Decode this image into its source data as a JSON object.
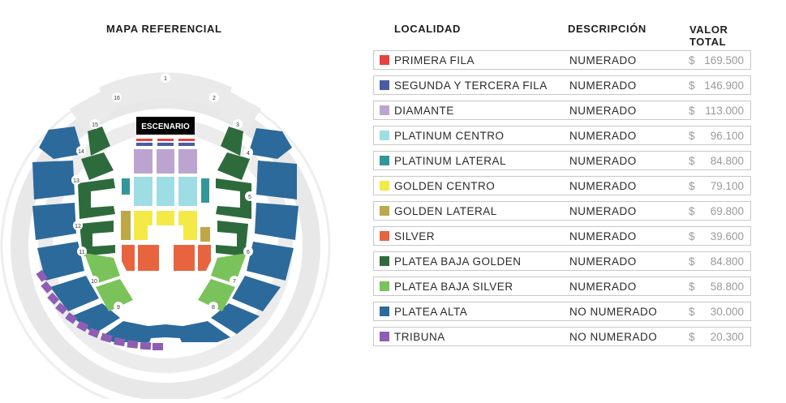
{
  "map": {
    "title": "MAPA REFERENCIAL",
    "stage_label": "ESCENARIO",
    "section_numbers": [
      "1",
      "2",
      "3",
      "4",
      "5",
      "6",
      "7",
      "8",
      "9",
      "10",
      "11",
      "12",
      "13",
      "14",
      "15",
      "16"
    ]
  },
  "table": {
    "headers": {
      "locality": "LOCALIDAD",
      "description": "DESCRIPCIÓN",
      "value_line1": "VALOR",
      "value_line2": "TOTAL"
    },
    "rows": [
      {
        "color": "#e8423f",
        "locality": "PRIMERA FILA",
        "description": "NUMERADO",
        "currency": "$",
        "value": "169.500"
      },
      {
        "color": "#4a5ba6",
        "locality": "SEGUNDA Y TERCERA FILA",
        "description": "NUMERADO",
        "currency": "$",
        "value": "146.900"
      },
      {
        "color": "#bca4d0",
        "locality": "DIAMANTE",
        "description": "NUMERADO",
        "currency": "$",
        "value": "113.000"
      },
      {
        "color": "#9fdde5",
        "locality": "PLATINUM CENTRO",
        "description": "NUMERADO",
        "currency": "$",
        "value": "96.100"
      },
      {
        "color": "#33969b",
        "locality": "PLATINUM LATERAL",
        "description": "NUMERADO",
        "currency": "$",
        "value": "84.800"
      },
      {
        "color": "#f4ea47",
        "locality": "GOLDEN CENTRO",
        "description": "NUMERADO",
        "currency": "$",
        "value": "79.100"
      },
      {
        "color": "#bea746",
        "locality": "GOLDEN LATERAL",
        "description": "NUMERADO",
        "currency": "$",
        "value": "69.800"
      },
      {
        "color": "#e8643f",
        "locality": "SILVER",
        "description": "NUMERADO",
        "currency": "$",
        "value": "39.600"
      },
      {
        "color": "#2e6b3c",
        "locality": "PLATEA BAJA GOLDEN",
        "description": "NUMERADO",
        "currency": "$",
        "value": "84.800"
      },
      {
        "color": "#7ac35b",
        "locality": "PLATEA BAJA SILVER",
        "description": "NUMERADO",
        "currency": "$",
        "value": "58.800"
      },
      {
        "color": "#2c6a9c",
        "locality": "PLATEA ALTA",
        "description": "NO NUMERADO",
        "currency": "$",
        "value": "30.000"
      },
      {
        "color": "#8e5db4",
        "locality": "TRIBUNA",
        "description": "NO NUMERADO",
        "currency": "$",
        "value": "20.300"
      }
    ]
  }
}
